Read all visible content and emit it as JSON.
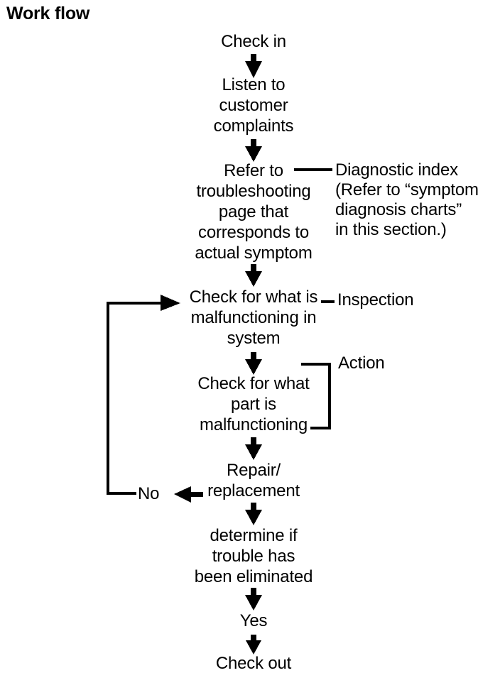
{
  "page": {
    "title": "Work flow",
    "background": "#ffffff",
    "ink": "#000000"
  },
  "flow": {
    "nodes": [
      {
        "id": "check-in",
        "label": "Check in"
      },
      {
        "id": "listen",
        "label": "Listen to\ncustomer\ncomplaints"
      },
      {
        "id": "refer",
        "label": "Refer to\ntroubleshooting\npage that\ncorresponds to\nactual symptom"
      },
      {
        "id": "check-system",
        "label": "Check for what is\nmalfunctioning in\nsystem"
      },
      {
        "id": "check-part",
        "label": "Check for what\npart is\nmalfunctioning"
      },
      {
        "id": "repair",
        "label": "Repair/\nreplacement"
      },
      {
        "id": "determine",
        "label": "determine if\ntrouble has\nbeen eliminated"
      },
      {
        "id": "yes",
        "label": "Yes"
      },
      {
        "id": "check-out",
        "label": "Check out"
      }
    ],
    "annotations": [
      {
        "id": "diagnostic-index",
        "label": "Diagnostic index\n(Refer to “symptom\ndiagnosis charts”\nin this section.)"
      },
      {
        "id": "inspection",
        "label": "Inspection"
      },
      {
        "id": "action",
        "label": "Action"
      }
    ],
    "branches": [
      {
        "id": "no-branch",
        "label": "No"
      },
      {
        "id": "yes-branch",
        "label": "Yes"
      }
    ]
  }
}
